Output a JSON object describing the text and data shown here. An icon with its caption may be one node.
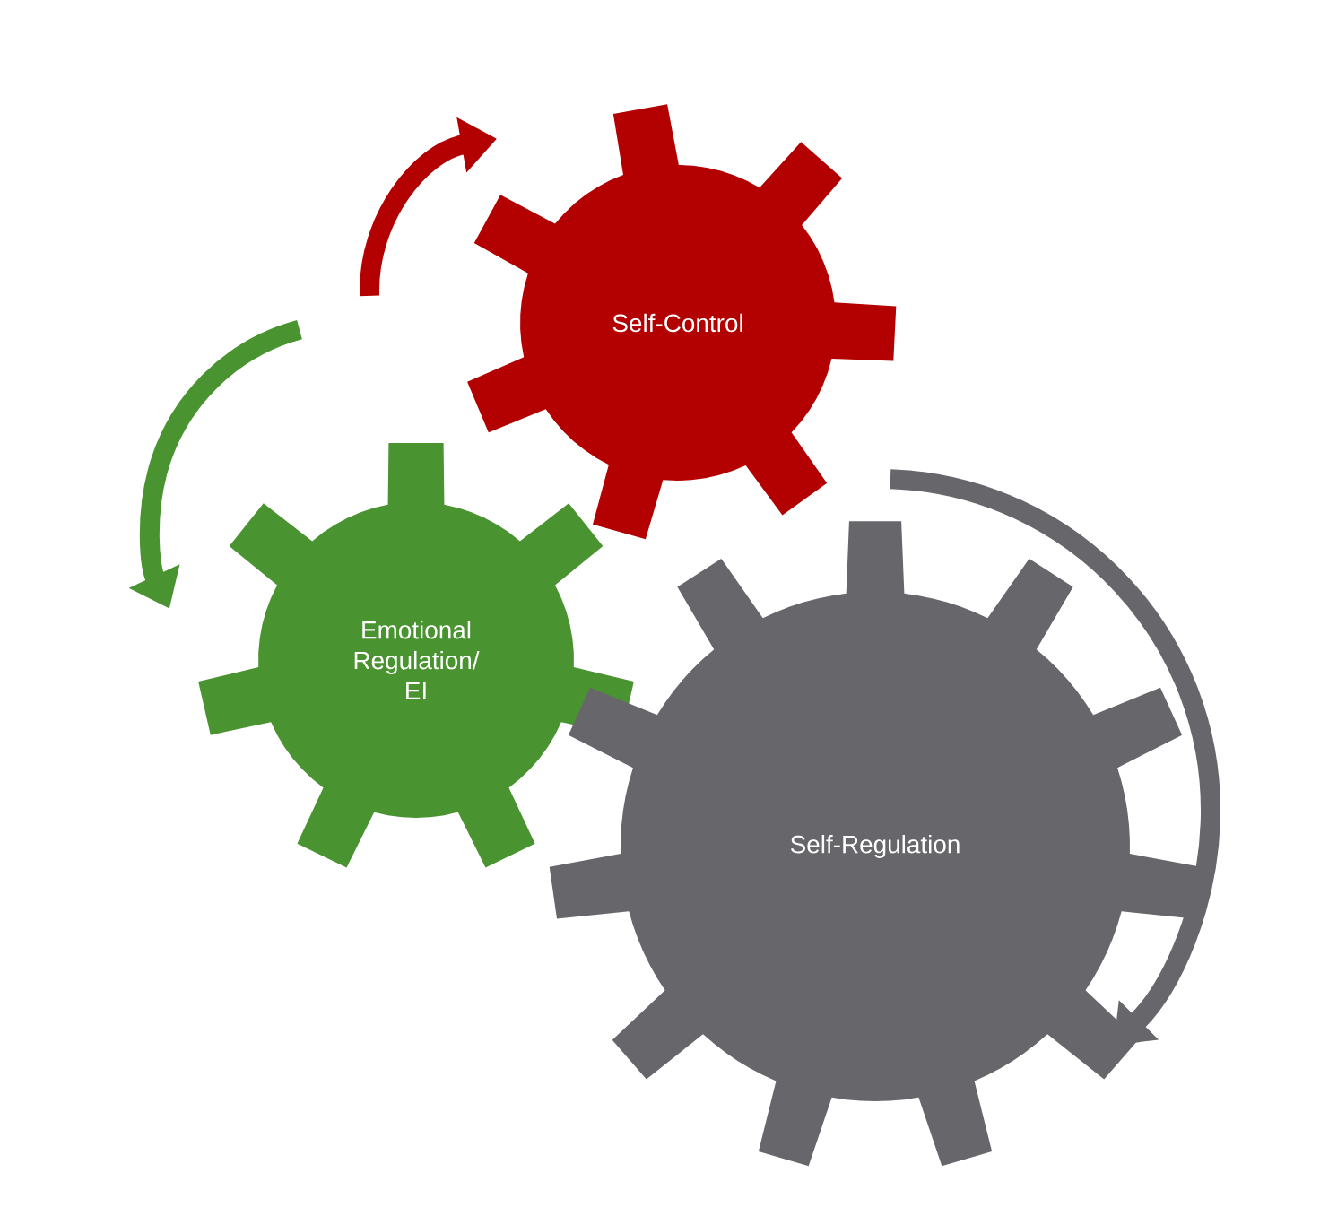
{
  "diagram": {
    "nodes": [
      {
        "text": [
          "Self-Control"
        ]
      },
      {
        "text": [
          "Emotional Regulation/ EI"
        ]
      },
      {
        "text": [
          "Self-Regulation"
        ]
      }
    ]
  }
}
